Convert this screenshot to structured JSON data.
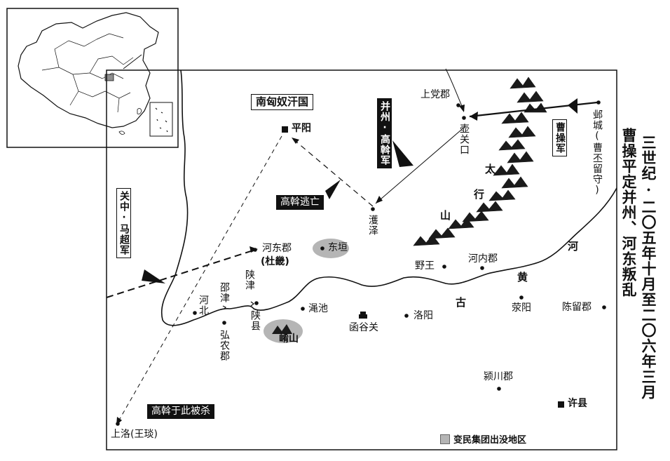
{
  "title": {
    "line1": "三世纪·二〇五年十月至二〇六年三月",
    "line2": "曹操平定并州、河东叛乱"
  },
  "places": {
    "pingyang": "平阳",
    "shangdang": "上党郡",
    "hukou": "壶关口",
    "yecheng": "邺城(曹丕留守)",
    "huze": "濩泽",
    "hedong": "河东郡",
    "hedong_sub": "(杜畿)",
    "dongyuan": "东垣",
    "yewang": "野王",
    "henei": "河内郡",
    "xingyang": "荥阳",
    "chenliu": "陈留郡",
    "luoyang": "洛阳",
    "hangu": "函谷关",
    "mianchi": "渑池",
    "shanxian": "陕县",
    "shanjin": "陕津",
    "hebei": "河北",
    "yijin": "邵津",
    "hongnong": "弘农郡",
    "yaoshan": "崤山",
    "yingchuan": "颍川郡",
    "xuxian": "许县",
    "shangluo": "上洛(王琰)"
  },
  "rivers": {
    "huang": "黄",
    "he": "河",
    "gu": "古"
  },
  "mountains": {
    "tai": "太",
    "hang": "行",
    "shan": "山"
  },
  "callouts": {
    "nanxiongnu": "南匈奴汗国",
    "bingzhou": "并州·高斡军",
    "caocao": "曹操军",
    "guanzhong": "关中·马超军",
    "gaogan_flee": "高斡逃亡",
    "gaogan_killed": "高斡于此被杀"
  },
  "legend": {
    "label": "变民集团出没地区",
    "swatch_color": "#b5b5b5"
  },
  "colors": {
    "ink": "#111111",
    "region": "#b5b5b5"
  }
}
